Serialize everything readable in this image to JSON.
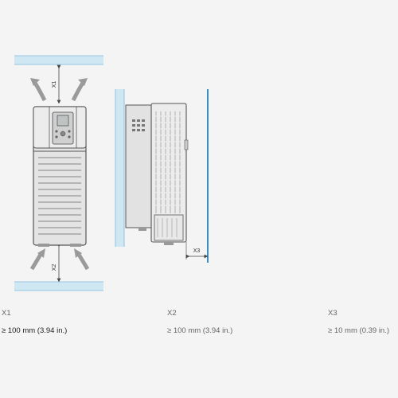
{
  "diagram": {
    "front_top_label": "X1",
    "front_bottom_label": "X2",
    "side_label": "X3"
  },
  "table": {
    "headers": [
      "X1",
      "X2",
      "X3"
    ],
    "values": [
      "≥ 100 mm (3.94 in.)",
      "≥ 100 mm (3.94 in.)",
      "≥ 10 mm (0.39 in.)"
    ]
  },
  "colors": {
    "clearance_plate": "#cfe7f3",
    "wall_line": "#3a8fc0",
    "airflow_arrow": "#9a9a9a",
    "device_body": "#e4e4e4",
    "device_outline": "#555555"
  }
}
